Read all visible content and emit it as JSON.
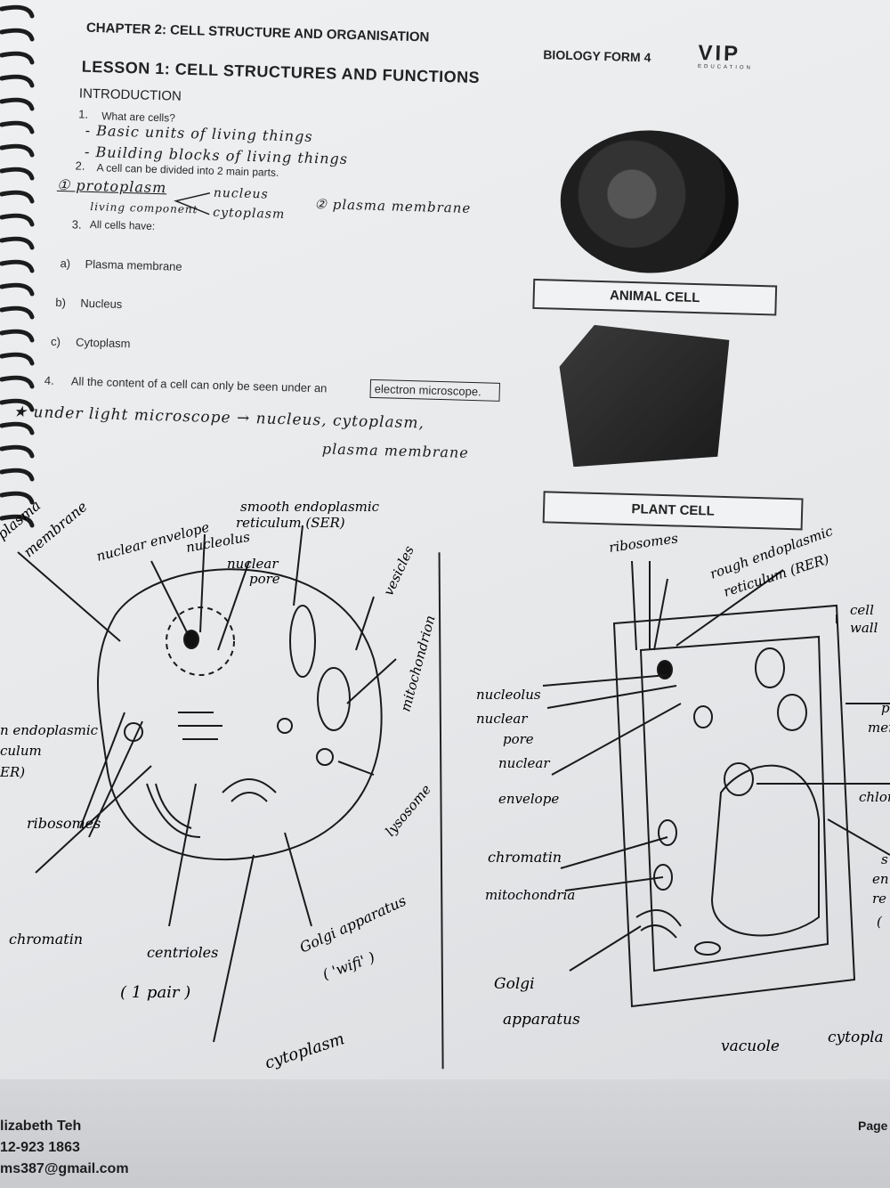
{
  "header": {
    "chapter": "CHAPTER 2: CELL STRUCTURE AND ORGANISATION",
    "subject": "BIOLOGY FORM 4",
    "logo_text": "VIP",
    "logo_sub": "EDUCATION",
    "lesson": "LESSON 1: CELL STRUCTURES AND FUNCTIONS",
    "section": "INTRODUCTION"
  },
  "questions": [
    {
      "num": "1.",
      "text": "What are cells?"
    },
    {
      "num": "2.",
      "text": "A cell can be divided into 2 main parts."
    },
    {
      "num": "3.",
      "text": "All cells have:"
    }
  ],
  "answers": [
    {
      "letter": "a)",
      "text": "Plasma membrane"
    },
    {
      "letter": "b)",
      "text": "Nucleus"
    },
    {
      "letter": "c)",
      "text": "Cytoplasm"
    }
  ],
  "q4": {
    "num": "4.",
    "text": "All the content of a cell can only be seen under an",
    "boxed": "electron microscope."
  },
  "handwriting": {
    "basic": "- Basic units of living things",
    "building": "- Building blocks of living things",
    "protoplasm": "① protoplasm",
    "nucleus": "nucleus",
    "cytoplasm": "cytoplasm",
    "plasma": "② plasma membrane",
    "living": "living component",
    "under1": "★ under light microscope → nucleus, cytoplasm,",
    "under2": "plasma membrane"
  },
  "figure_labels": {
    "animal": "ANIMAL CELL",
    "plant": "PLANT CELL"
  },
  "animal_labels": {
    "plasma": "plasma",
    "membrane": "membrane",
    "nuclear_envelope": "nuclear envelope",
    "nucleolus": "nucleolus",
    "nuclear_pore_1": "nuclear",
    "nuclear_pore_2": "pore",
    "ser_1": "smooth endoplasmic",
    "ser_2": "reticulum (SER)",
    "vesicles": "vesicles",
    "mitochondrion": "mitochondrion",
    "rer_1": "n endoplasmic",
    "rer_2": "culum",
    "rer_3": "ER)",
    "ribosomes": "ribosomes",
    "lysosome": "lysosome",
    "chromatin": "chromatin",
    "centrioles": "centrioles",
    "pair": "( 1 pair )",
    "golgi_1": "Golgi apparatus",
    "golgi_2": "( 'wifi' )",
    "cytoplasm": "cytoplasm"
  },
  "plant_labels": {
    "ribosomes": "ribosomes",
    "rer_1": "rough endoplasmic",
    "rer_2": "reticulum (RER)",
    "cell_wall_1": "cell",
    "cell_wall_2": "wall",
    "nucleolus": "nucleolus",
    "nuclear_pore_1": "nuclear",
    "nuclear_pore_2": "pore",
    "nuclear_env_1": "nuclear",
    "nuclear_env_2": "envelope",
    "chromatin": "chromatin",
    "mitochondria": "mitochondria",
    "golgi_1": "Golgi",
    "golgi_2": "apparatus",
    "vacuole": "vacuole",
    "cytopla": "cytopla",
    "p": "p",
    "men": "men",
    "chlor": "chlor",
    "s": "s",
    "en": "en",
    "re": "re",
    "paren": "("
  },
  "footer": {
    "name": "lizabeth Teh",
    "phone": "12-923 1863",
    "email": "ms387@gmail.com",
    "page": "Page"
  }
}
